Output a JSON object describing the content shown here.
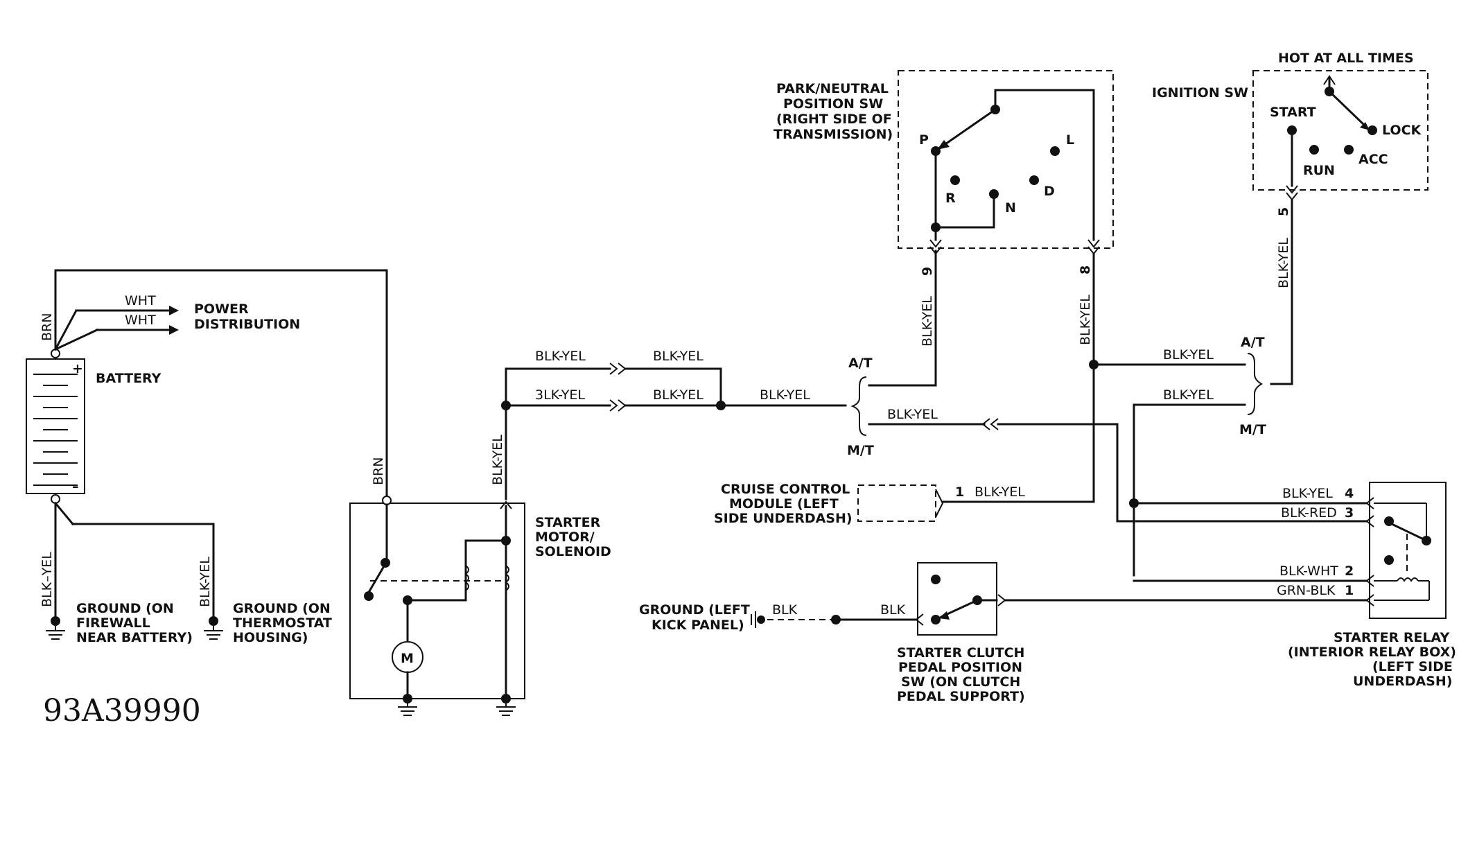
{
  "labels": {
    "hot_at_all_times": "HOT AT ALL TIMES",
    "ignition_sw": "IGNITION SW",
    "start": "START",
    "lock": "LOCK",
    "run": "RUN",
    "acc": "ACC",
    "park_neutral_1": "PARK/NEUTRAL",
    "park_neutral_2": "POSITION SW",
    "park_neutral_3": "(RIGHT SIDE OF",
    "park_neutral_4": "TRANSMISSION)",
    "pos_p": "P",
    "pos_r": "R",
    "pos_n": "N",
    "pos_d": "D",
    "pos_l": "L",
    "power_dist_1": "POWER",
    "power_dist_2": "DISTRIBUTION",
    "battery": "BATTERY",
    "plus": "+",
    "minus": "–",
    "ground_fw_1": "GROUND (ON",
    "ground_fw_2": "FIREWALL",
    "ground_fw_3": "NEAR BATTERY)",
    "ground_th_1": "GROUND (ON",
    "ground_th_2": "THERMOSTAT",
    "ground_th_3": "HOUSING)",
    "starter_1": "STARTER",
    "starter_2": "MOTOR/",
    "starter_3": "SOLENOID",
    "motor": "M",
    "at": "A/T",
    "mt": "M/T",
    "cruise_1": "CRUISE CONTROL",
    "cruise_2": "MODULE (LEFT",
    "cruise_3": "SIDE UNDERDASH)",
    "ground_kick_1": "GROUND (LEFT",
    "ground_kick_2": "KICK PANEL)",
    "clutch_1": "STARTER CLUTCH",
    "clutch_2": "PEDAL POSITION",
    "clutch_3": "SW (ON CLUTCH",
    "clutch_4": "PEDAL SUPPORT)",
    "relay_1": "STARTER RELAY",
    "relay_2": "(INTERIOR RELAY BOX)",
    "relay_3": "(LEFT SIDE",
    "relay_4": "UNDERDASH)",
    "figure_id": "93A39990"
  },
  "wires": {
    "brn": "BRN",
    "wht": "WHT",
    "blk_yel": "BLK-YEL",
    "blk_yel_alt": "3LK-YEL",
    "blk_yel_tilde": "BLK–YEL",
    "blk_red": "BLK-RED",
    "blk_wht": "BLK-WHT",
    "grn_blk": "GRN-BLK",
    "blk": "BLK"
  },
  "pins": {
    "p9": "9",
    "p8": "8",
    "p5": "5",
    "p1_cruise": "1",
    "p4": "4",
    "p3": "3",
    "p2": "2",
    "p1": "1"
  }
}
